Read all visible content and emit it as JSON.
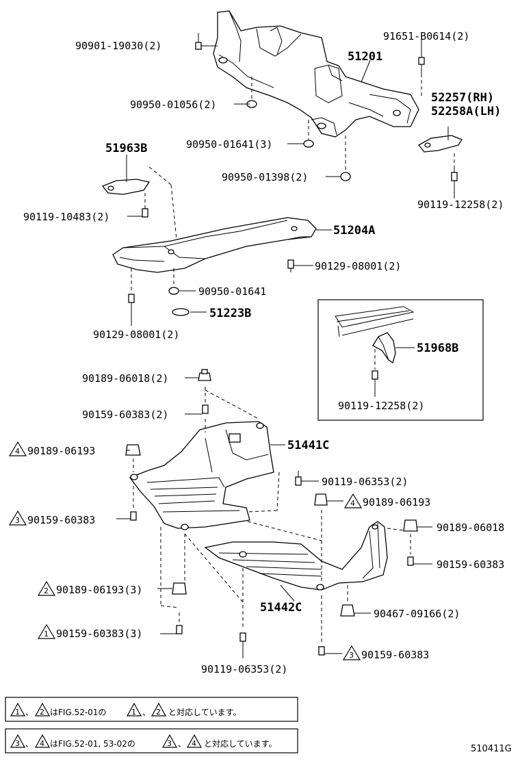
{
  "parts": {
    "p1": "90901-19030(2)",
    "p2": "91651-B0614(2)",
    "p3": "51201",
    "p4": "90950-01056(2)",
    "p5": "52257(RH)",
    "p6": "52258A(LH)",
    "p7": "90950-01641(3)",
    "p8": "51963B",
    "p9": "90950-01398(2)",
    "p10": "90119-10483(2)",
    "p11": "90119-12258(2)",
    "p12": "51204A",
    "p13": "90129-08001(2)",
    "p14": "90950-01641",
    "p15": "51223B",
    "p16": "90129-08001(2)",
    "p17": "51968B",
    "p18": "90189-06018(2)",
    "p19": "90159-60383(2)",
    "p20": "90119-12258(2)",
    "p21": "90189-06193",
    "p22": "51441C",
    "p23": "90119-06353(2)",
    "p24": "90159-60383",
    "p25": "90189-06193",
    "p26": "90189-06018",
    "p27": "90159-60383",
    "p28": "90189-06193(3)",
    "p29": "51442C",
    "p30": "90467-09166(2)",
    "p31": "90159-60383(3)",
    "p32": "90159-60383",
    "p33": "90119-06353(2)"
  },
  "marks": {
    "m1": "4",
    "m2": "3",
    "m3": "4",
    "m4": "2",
    "m5": "1",
    "m6": "3"
  },
  "notes": {
    "n1_a": "1",
    "n1_b": "2",
    "n1_text1": "、",
    "n1_text2": "はFIG.52-01の",
    "n1_c": "1",
    "n1_d": "2",
    "n1_text3": "、",
    "n1_text4": "と対応しています。",
    "n2_a": "3",
    "n2_b": "4",
    "n2_text1": "、",
    "n2_text2": "はFIG.52-01, 53-02の",
    "n2_c": "3",
    "n2_d": "4",
    "n2_text3": "、",
    "n2_text4": "と対応しています。"
  },
  "figure_id": "510411G"
}
